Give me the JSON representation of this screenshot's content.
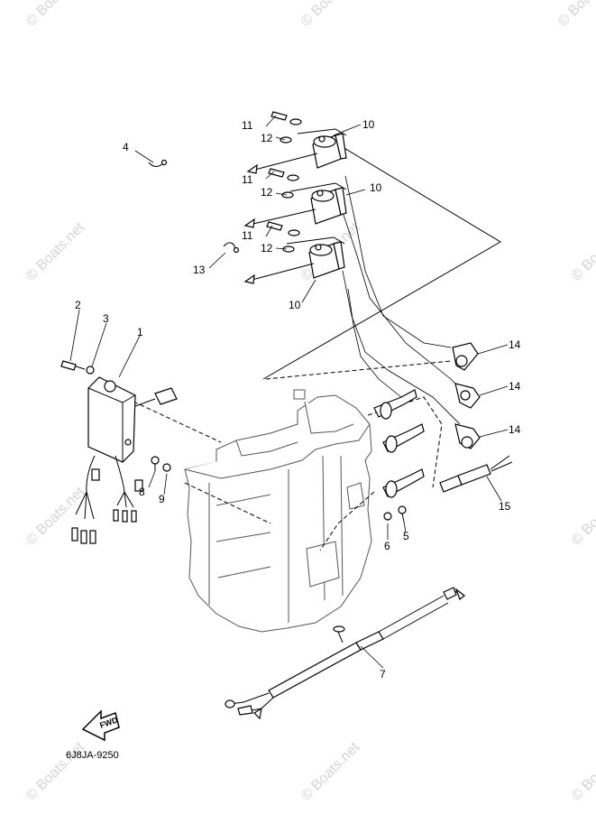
{
  "diagram": {
    "drawing_code": "6J8JA-9250",
    "fwd_label": "FWD",
    "watermark_text": "© Boats.net",
    "part_labels": {
      "p1": "1",
      "p2": "2",
      "p3": "3",
      "p4": "4",
      "p5": "5",
      "p6": "6",
      "p7": "7",
      "p8": "8",
      "p9": "9",
      "p10a": "10",
      "p10b": "10",
      "p10c": "10",
      "p11a": "11",
      "p11b": "11",
      "p11c": "11",
      "p12a": "12",
      "p12b": "12",
      "p12c": "12",
      "p13": "13",
      "p14a": "14",
      "p14b": "14",
      "p14c": "14",
      "p15": "15"
    }
  }
}
